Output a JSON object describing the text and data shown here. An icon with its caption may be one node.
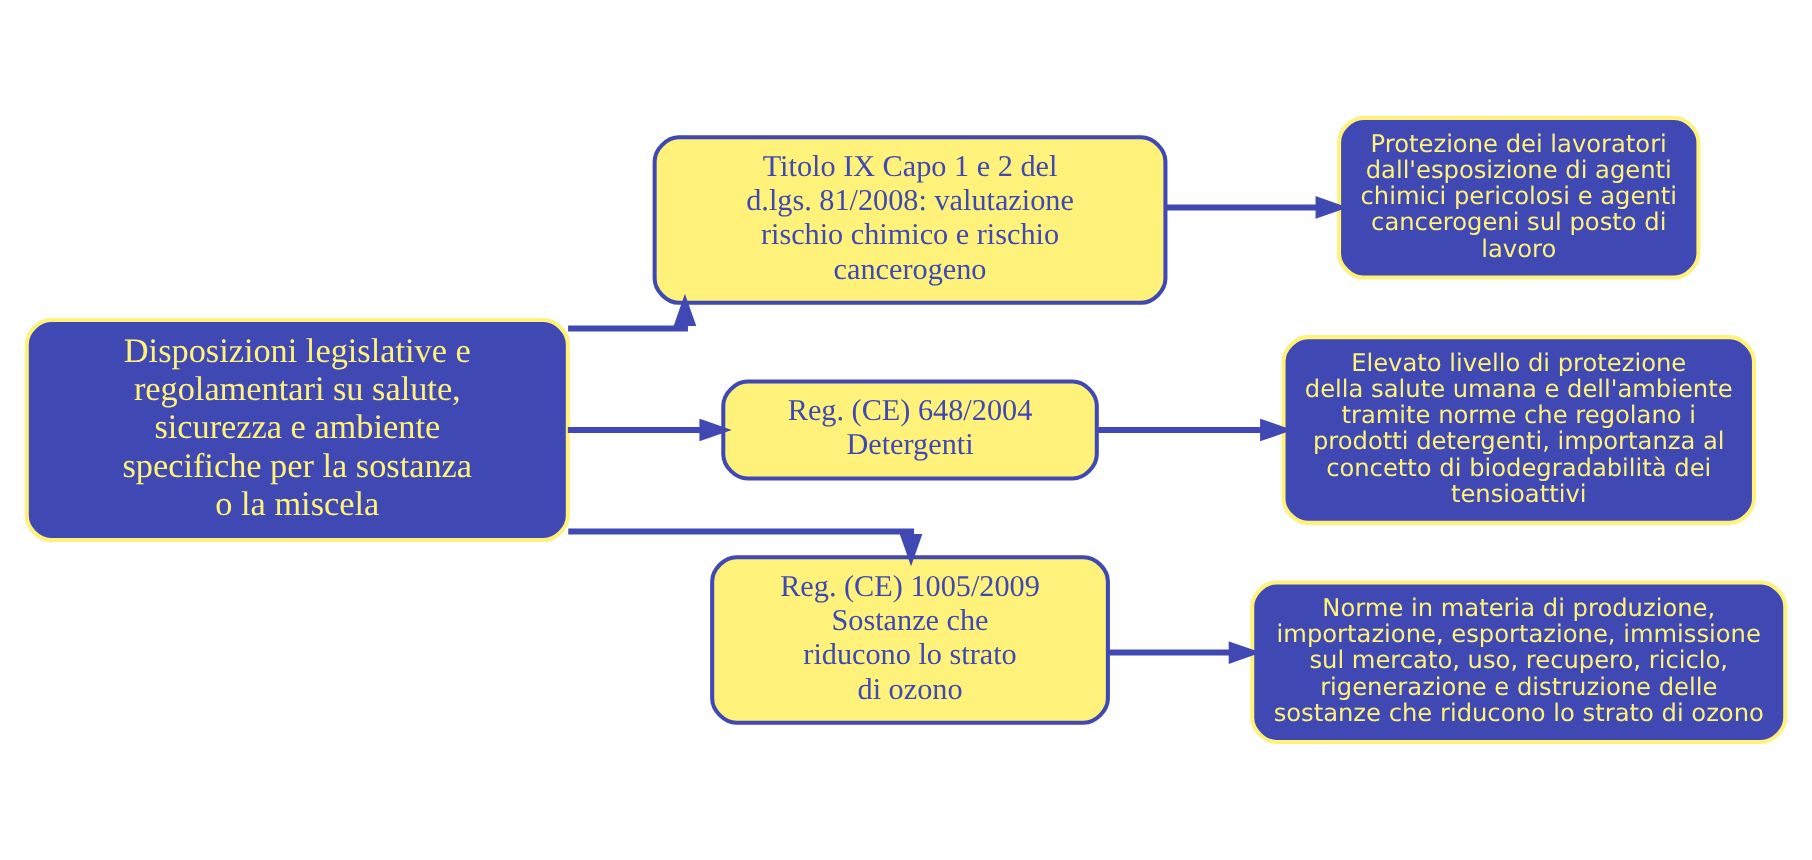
{
  "diagram": {
    "nodes": [
      {
        "text": [
          "Disposizioni legislative e regolamentari su salute, sicurezza e ambiente specifiche per la sostanza o la miscela"
        ]
      },
      {
        "text": [
          "Titolo IX Capo 1 e 2 del d.lgs. 81/2008: valutazione rischio chimico e rischio cancerogeno"
        ]
      },
      {
        "text": [
          "Protezione dei lavoratori dall'esposizione di agenti chimici pericolosi e agenti cancerogeni sul posto di lavoro"
        ]
      },
      {
        "text": [
          "Reg. (CE) 648/2004 Detergenti"
        ]
      },
      {
        "text": [
          "Elevato livello di protezione della salute umana e dell'ambiente tramite norme che regolano i prodotti detergenti, importanza al concetto di biodegradabilità dei tensioattivi"
        ]
      },
      {
        "text": [
          "Reg. (CE) 1005/2009 Sostanze che riducono lo strato di ozono"
        ]
      },
      {
        "text": [
          "Norme in materia di produzione, importazione, esportazione, immissione sul mercato, uso, recupero, riciclo, rigenerazione e distruzione delle sostanze che riducono lo strato di ozono"
        ]
      }
    ],
    "edges": [
      {
        "from": 0,
        "to": 1,
        "arrow": "to"
      },
      {
        "from": 1,
        "to": 2,
        "arrow": "to"
      },
      {
        "from": 0,
        "to": 3,
        "arrow": "to"
      },
      {
        "from": 3,
        "to": 4,
        "arrow": "to"
      },
      {
        "from": 0,
        "to": 5,
        "arrow": "to"
      },
      {
        "from": 5,
        "to": 6,
        "arrow": "to"
      }
    ]
  }
}
